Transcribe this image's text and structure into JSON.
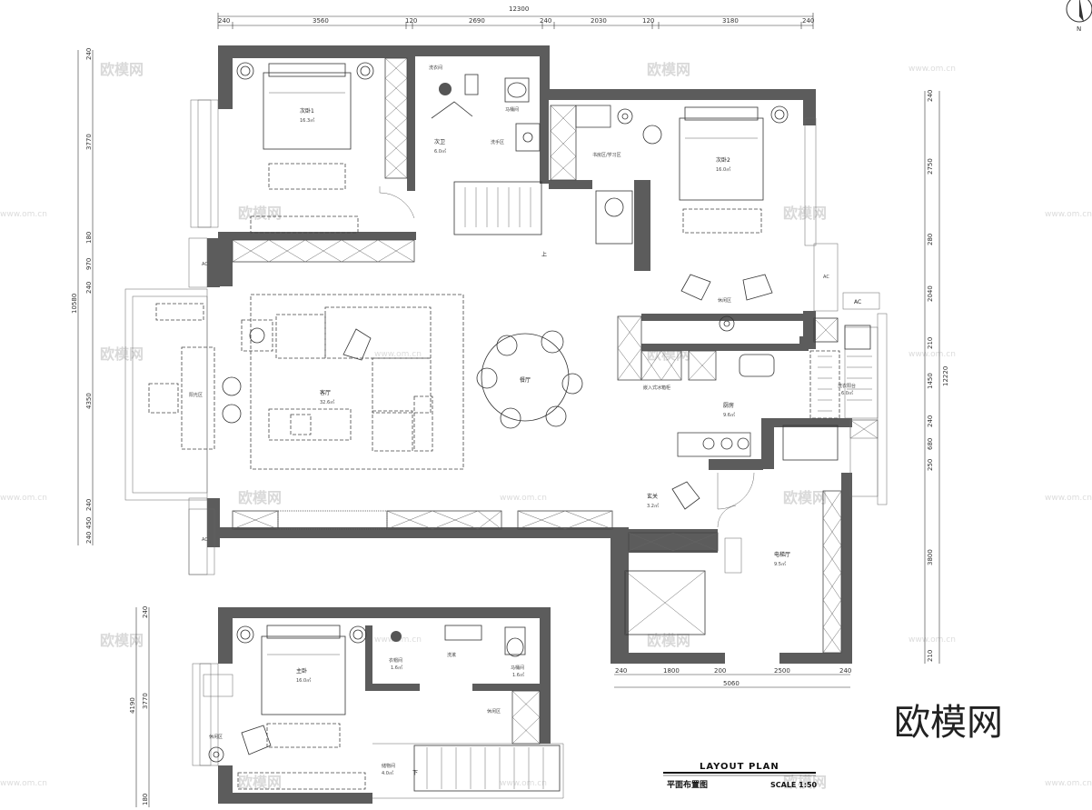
{
  "drawing": {
    "title_en": "LAYOUT PLAN",
    "title_cn": "平面布置图",
    "scale": "SCALE 1:50",
    "north": "N",
    "brand": "欧模网",
    "watermark": "欧模网",
    "watermark_url": "www.om.cn"
  },
  "dims_top": {
    "total": "12300",
    "segments": [
      "240",
      "3560",
      "120",
      "2690",
      "240",
      "2030",
      "120",
      "3180",
      "240"
    ]
  },
  "dims_left": {
    "total": "10580",
    "segments": [
      "240",
      "3770",
      "180",
      "970",
      "240",
      "4350",
      "240",
      "450",
      "240"
    ]
  },
  "dims_right": {
    "total": "12220",
    "segments": [
      "240",
      "2750",
      "280",
      "2040",
      "210",
      "1450",
      "240",
      "680",
      "250",
      "3800",
      "210"
    ]
  },
  "dims_bottom": {
    "total": "5060",
    "segments": [
      "240",
      "1800",
      "200",
      "2500",
      "240"
    ]
  },
  "dims_lower_left": {
    "total": "4190",
    "segments": [
      "240",
      "3770",
      "180"
    ]
  },
  "rooms": {
    "bedroom1": {
      "name": "次卧1",
      "area": "16.3㎡"
    },
    "laundry": {
      "name": "洗衣间",
      "area": ""
    },
    "toilet": {
      "name": "马桶间",
      "area": ""
    },
    "bath": {
      "name": "次卫",
      "area": "6.0㎡"
    },
    "wash": {
      "name": "洗手区",
      "area": ""
    },
    "study": {
      "name": "书房区/学习区",
      "area": ""
    },
    "bedroom2": {
      "name": "次卧2",
      "area": "16.0㎡"
    },
    "leisure": {
      "name": "休闲区",
      "area": ""
    },
    "living": {
      "name": "客厅",
      "area": "32.6㎡"
    },
    "dining": {
      "name": "餐厅",
      "area": ""
    },
    "sunroom": {
      "name": "阳光区",
      "area": ""
    },
    "kitchen": {
      "name": "厨房",
      "area": "9.6㎡"
    },
    "laundry_balcony": {
      "name": "洗衣阳台",
      "area": "6.0㎡"
    },
    "foyer": {
      "name": "玄关",
      "area": "3.2㎡"
    },
    "entrance": {
      "name": "电梯厅",
      "area": "9.5㎡"
    },
    "kitchen_cab": {
      "name": "嵌入式冰箱柜",
      "area": ""
    },
    "master": {
      "name": "主卧",
      "area": "16.0㎡"
    },
    "dressing": {
      "name": "衣帽间",
      "area": "1.6㎡"
    },
    "wash2": {
      "name": "洗漱",
      "area": ""
    },
    "toilet2": {
      "name": "马桶间",
      "area": "1.6㎡"
    },
    "storage": {
      "name": "储物间",
      "area": "4.0㎡"
    },
    "lounge": {
      "name": "休闲区",
      "area": ""
    },
    "ac": {
      "name": "AC",
      "area": ""
    },
    "up": {
      "name": "上",
      "area": ""
    },
    "down": {
      "name": "下",
      "area": ""
    }
  }
}
